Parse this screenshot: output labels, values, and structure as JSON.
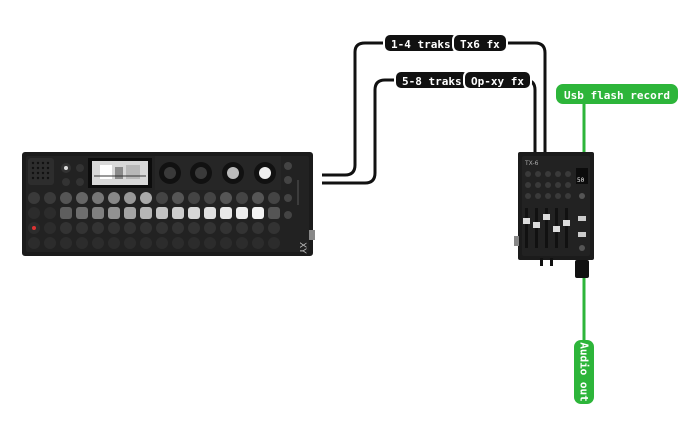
{
  "labels": {
    "group_a_tracks": "1-4 traks",
    "group_a_fx": "Tx6 fx",
    "group_b_tracks": "5-8 traks",
    "group_b_fx": "Op-xy fx",
    "usb_record": "Usb flash record",
    "audio_out": "Audio out"
  },
  "devices": {
    "synth_logo": "XY",
    "mixer_name": "TX-6",
    "mixer_readout": "50"
  },
  "colors": {
    "cable": "#111111",
    "accent_green": "#2db53a",
    "device_body": "#1b1b1b"
  },
  "icons": [
    "op-xy-synth-icon",
    "tx6-mixer-icon"
  ]
}
